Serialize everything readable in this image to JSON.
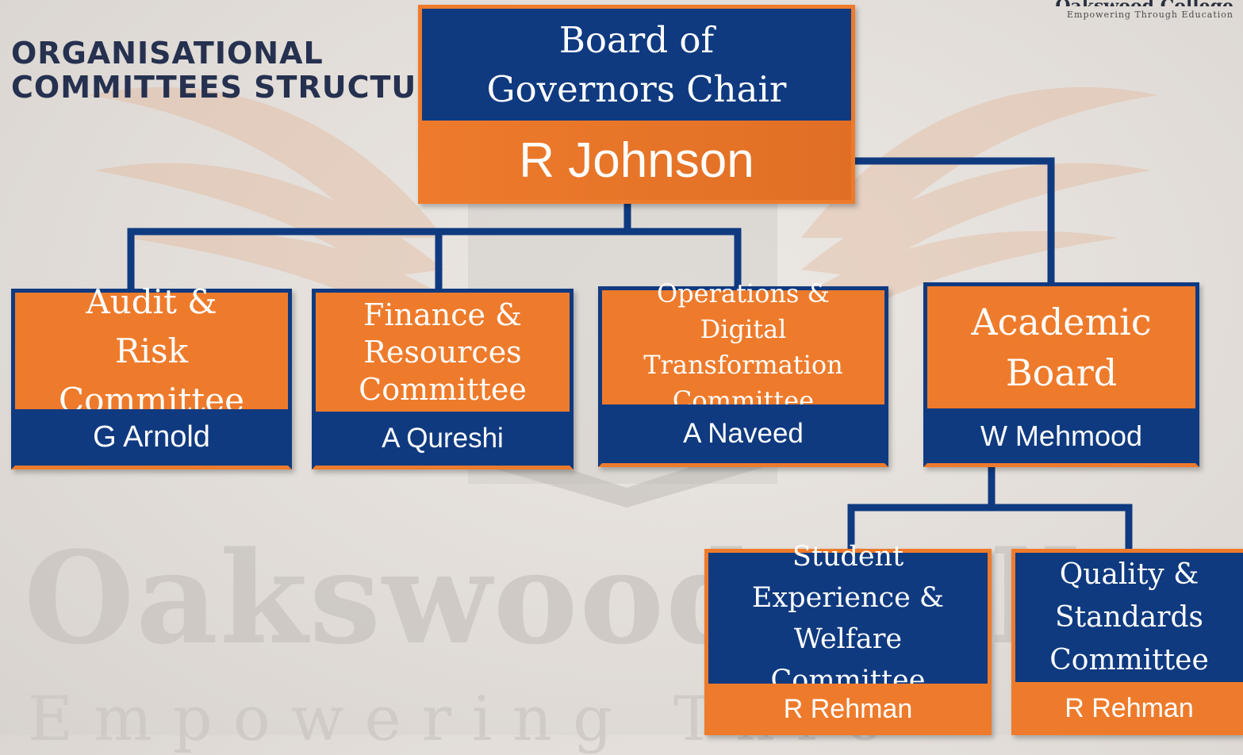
{
  "header": {
    "title_line1": "ORGANISATIONAL",
    "title_line2": "COMMITTEES STRUCTURE"
  },
  "logo": {
    "name": "Oakswood College",
    "tagline": "Empowering Through Education"
  },
  "watermark": {
    "name": "Oakswood Coll",
    "tagline": "Empowering Thro"
  },
  "colors": {
    "navy": "#0f3a80",
    "orange": "#ee7b2c",
    "title": "#263150"
  },
  "chair": {
    "title": "Board of Governors Chair",
    "name": "R Johnson"
  },
  "committees": [
    {
      "title": "Audit & Risk Committee",
      "chair": "G Arnold"
    },
    {
      "title": "Finance & Resources Committee",
      "chair": "A Qureshi"
    },
    {
      "title": "Operations & Digital Transformation Committee",
      "chair": "A Naveed"
    },
    {
      "title": "Academic Board",
      "chair": "W Mehmood"
    }
  ],
  "sub_committees": [
    {
      "title": "Student Experience & Welfare Committee",
      "chair": "R Rehman"
    },
    {
      "title": "Quality & Standards Committee",
      "chair": "R Rehman"
    }
  ]
}
